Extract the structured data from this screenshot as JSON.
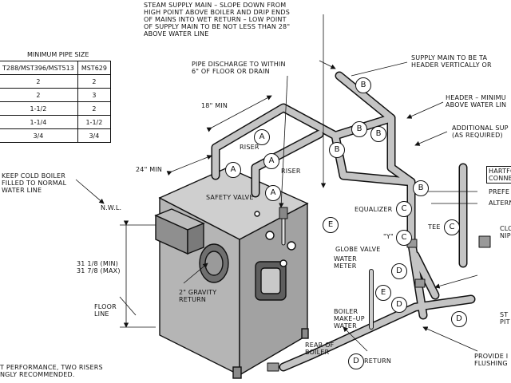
{
  "table": {
    "title": "MINIMUM PIPE SIZE",
    "headers": [
      "T288/MST396/MST513",
      "MST629"
    ],
    "rows": [
      [
        "2",
        "2"
      ],
      [
        "2",
        "3"
      ],
      [
        "1-1/2",
        "2"
      ],
      [
        "1-1/4",
        "1-1/2"
      ],
      [
        "3/4",
        "3/4"
      ]
    ]
  },
  "labels": {
    "steam_supply": "STEAM SUPPLY MAIN – SLOPE DOWN FROM\nHIGH POINT ABOVE BOILER AND DRIP ENDS\nOF MAINS INTO WET RETURN – LOW POINT\nOF SUPPLY MAIN TO BE NOT LESS THAN 28\"\nABOVE WATER LINE",
    "pipe_discharge": "PIPE DISCHARGE TO WITHIN\n6\" OF FLOOR OR DRAIN",
    "supply_main_header": "SUPPLY MAIN TO BE TA\nHEADER VERTICALLY OR",
    "header_min": "HEADER – MINIMU\nABOVE WATER LIN",
    "additional_supply": "ADDITIONAL SUP\n(AS REQUIRED)",
    "hartford": "HARTFO\nCONNE",
    "prefe": "PREFE",
    "altern": "ALTERN",
    "eighteen_min": "18\" MIN",
    "twentyfour_min": "24\" MIN",
    "riser_1": "RISER",
    "riser_2": "RISER",
    "safety_valve": "SAFETY VALVE",
    "keep_cold": "KEEP COLD BOILER\nFILLED TO NORMAL\nWATER LINE",
    "nwl": "N.W.L.",
    "height_dims": "31 1/8 (MIN)\n31 7/8 (MAX)",
    "gravity_return": "2\" GRAVITY\nRETURN",
    "floor_line": "FLOOR\nLINE",
    "equalizer": "EQUALIZER",
    "y_mark": "\"Y\"",
    "tee": "TEE",
    "clo_nip": "CLO\nNIP",
    "globe_valve": "GLOBE VALVE",
    "water_meter": "WATER\nMETER",
    "boiler_makeup": "BOILER\nMAKE–UP\nWATER",
    "rear_of_boiler": "REAR OF\nBOILER",
    "return": "RETURN",
    "st_pit": "ST\nPIT",
    "provide": "PROVIDE I\nFLUSHING",
    "footnote": "T PERFORMANCE, TWO RISERS\nNGLY RECOMMENDED."
  },
  "callouts": {
    "a1": "A",
    "a2": "A",
    "a3": "A",
    "a4": "A",
    "b1": "B",
    "b2": "B",
    "b3": "B",
    "b4": "B",
    "b5": "B",
    "c1": "C",
    "c2": "C",
    "c3": "C",
    "d1": "D",
    "d2": "D",
    "d3": "D",
    "d4": "D",
    "e1": "E",
    "e2": "E"
  }
}
